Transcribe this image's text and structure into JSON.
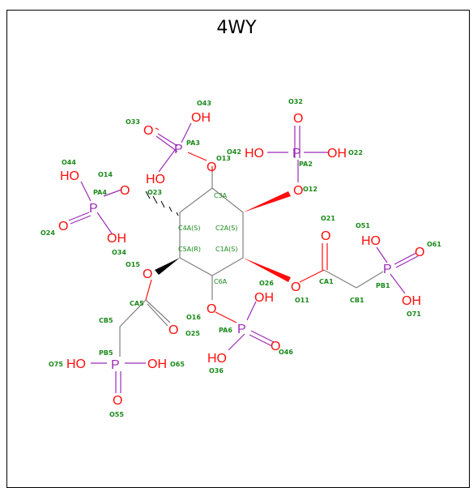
{
  "title": "4WY",
  "colors": {
    "oxygen": "#ff0d0d",
    "phosphorus": "#9b2bb7",
    "carbon": "#808080",
    "label": "#1a8a1a"
  },
  "ring_labels": {
    "c3a": "C3A",
    "c4a": "C4A(S)",
    "c2a": "C2A(S)",
    "c5a": "C5A(R)",
    "c1a": "C1A(S)",
    "c6a": "C6A"
  },
  "atom_labels": {
    "o43": "O43",
    "o33": "O33",
    "pa3": "PA3",
    "o42": "O42",
    "o13": "O13",
    "o32": "O32",
    "pa2": "PA2",
    "o22": "O22",
    "o12": "O12",
    "o44": "O44",
    "o14": "O14",
    "o23": "O23",
    "pa4": "PA4",
    "o24": "O24",
    "o34": "O34",
    "o21": "O21",
    "o51": "O51",
    "o61": "O61",
    "pb1": "PB1",
    "ca1": "CA1",
    "cb1": "CB1",
    "o11": "O11",
    "o71": "O71",
    "o15": "O15",
    "ca5": "CA5",
    "cb5": "CB5",
    "o25": "O25",
    "o16": "O16",
    "o26": "O26",
    "pa6": "PA6",
    "o46": "O46",
    "o36": "O36",
    "pb5": "PB5",
    "o75": "O75",
    "o65": "O65",
    "o55": "O55"
  },
  "atoms": {
    "O": "O",
    "OH": "OH",
    "HO": "HO",
    "P": "P"
  }
}
